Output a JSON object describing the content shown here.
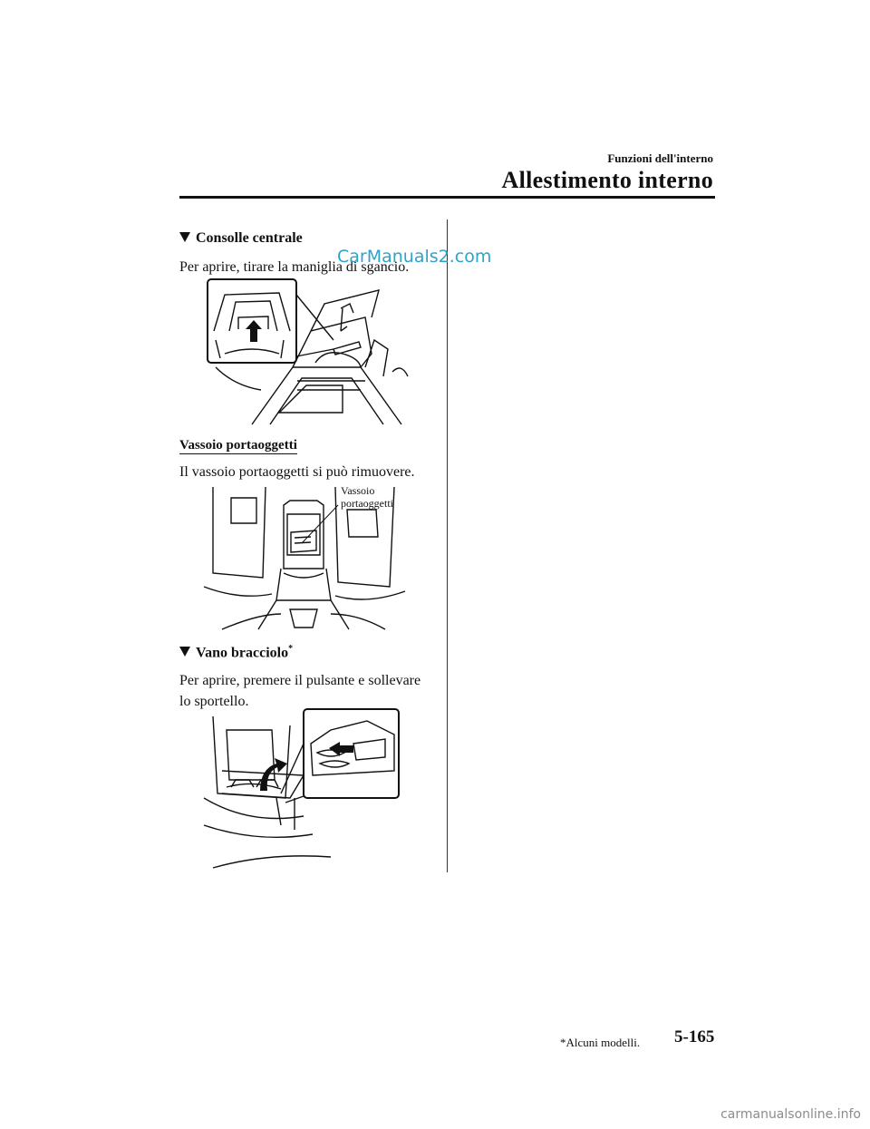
{
  "header": {
    "chapter": "Funzioni dell'interno",
    "title": "Allestimento interno"
  },
  "sections": {
    "console": {
      "heading": "Consolle centrale",
      "text": "Per aprire, tirare la maniglia di sgancio."
    },
    "tray": {
      "heading": "Vassoio portaoggetti",
      "text": "Il vassoio portaoggetti si può rimuovere.",
      "callout_line1": "Vassoio",
      "callout_line2": "portaoggetti"
    },
    "armrest": {
      "heading": "Vano bracciolo",
      "heading_mark": "*",
      "text_line1": "Per aprire, premere il pulsante e sollevare",
      "text_line2": "lo sportello."
    }
  },
  "footer": {
    "note": "*Alcuni modelli.",
    "page": "5-165",
    "watermark": "carmanualsonline.info"
  },
  "overlay": {
    "watermark": "CarManuals2.com"
  }
}
